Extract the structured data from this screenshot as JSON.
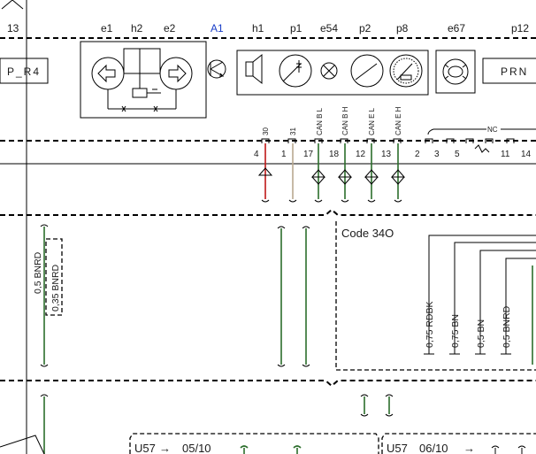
{
  "top_labels": [
    {
      "id": "13",
      "text": "13"
    },
    {
      "id": "e1",
      "text": "e1"
    },
    {
      "id": "h2",
      "text": "h2"
    },
    {
      "id": "e2",
      "text": "e2"
    },
    {
      "id": "A1",
      "text": "A1"
    },
    {
      "id": "h1",
      "text": "h1"
    },
    {
      "id": "p1",
      "text": "p1"
    },
    {
      "id": "e54",
      "text": "e54"
    },
    {
      "id": "p2",
      "text": "p2"
    },
    {
      "id": "p8",
      "text": "p8"
    },
    {
      "id": "e67",
      "text": "e67"
    },
    {
      "id": "p12",
      "text": "p12"
    }
  ],
  "left_box_text": "P_R4",
  "right_box_text": "PRN",
  "can_labels": [
    "30",
    "31",
    "CAN B L",
    "CAN B H",
    "CAN E L",
    "CAN E H"
  ],
  "nc_label": "NC",
  "pins": [
    "4",
    "1",
    "17",
    "18",
    "12",
    "13",
    "2",
    "3",
    "5",
    "11",
    "14"
  ],
  "wire_labels_left": [
    "0,5 BNRD",
    "0,35 BNRD"
  ],
  "code_label": "Code 34O",
  "wire_labels_right": [
    "0,75 RDBK",
    "0,75 BN",
    "0,5 BN",
    "0,5 BNRD"
  ],
  "refs": [
    {
      "text": "U57",
      "arrow": "→",
      "target": "05/10"
    },
    {
      "text": "U57",
      "arrow": "→",
      "target": "06/10"
    }
  ],
  "colors": {
    "red_wire": "#c01818",
    "tan_wire": "#b9a890",
    "green_wire": "#2c6e2c",
    "a1_label": "#1a3ec8"
  }
}
